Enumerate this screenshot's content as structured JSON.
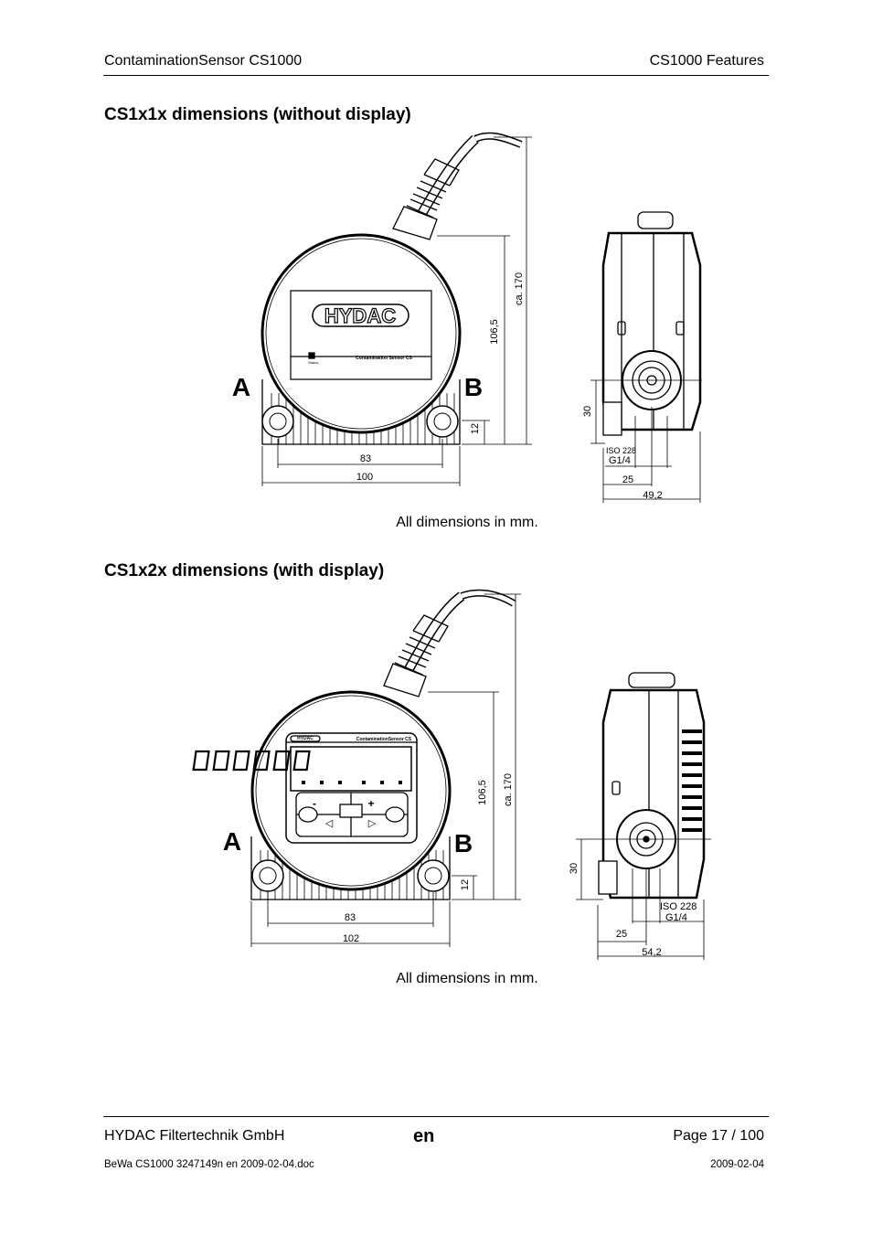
{
  "header": {
    "left": "ContaminationSensor CS1000",
    "right": "CS1000 Features"
  },
  "sections": [
    {
      "title": "CS1x1x dimensions (without display)",
      "caption": "All dimensions in mm.",
      "drawing": {
        "brand": "HYDAC",
        "panel_text": "Contamination Sensor CS",
        "small_label": "Status",
        "side_a": "A",
        "side_b": "B",
        "dims": {
          "height_total": "ca. 170",
          "height_body": "106,5",
          "foot_height": "12",
          "hole_spacing": "83",
          "width": "100",
          "port_height": "30",
          "port_std": "ISO 228",
          "port_thread": "G1/4",
          "port_offset": "25",
          "depth": "49,2"
        }
      }
    },
    {
      "title": "CS1x2x dimensions (with display)",
      "caption": "All dimensions in mm.",
      "drawing": {
        "brand": "HYDAC",
        "panel_text": "ContaminationSensor CS",
        "side_a": "A",
        "side_b": "B",
        "dims": {
          "height_total": "ca. 170",
          "height_body": "106,5",
          "foot_height": "12",
          "hole_spacing": "83",
          "width": "102",
          "port_height": "30",
          "port_std": "ISO 228",
          "port_thread": "G1/4",
          "port_offset": "25",
          "depth": "54,2"
        }
      }
    }
  ],
  "footer": {
    "company": "HYDAC Filtertechnik GmbH",
    "language": "en",
    "page": "Page 17 / 100",
    "document": "BeWa CS1000 3247149n en 2009-02-04.doc",
    "date": "2009-02-04"
  }
}
